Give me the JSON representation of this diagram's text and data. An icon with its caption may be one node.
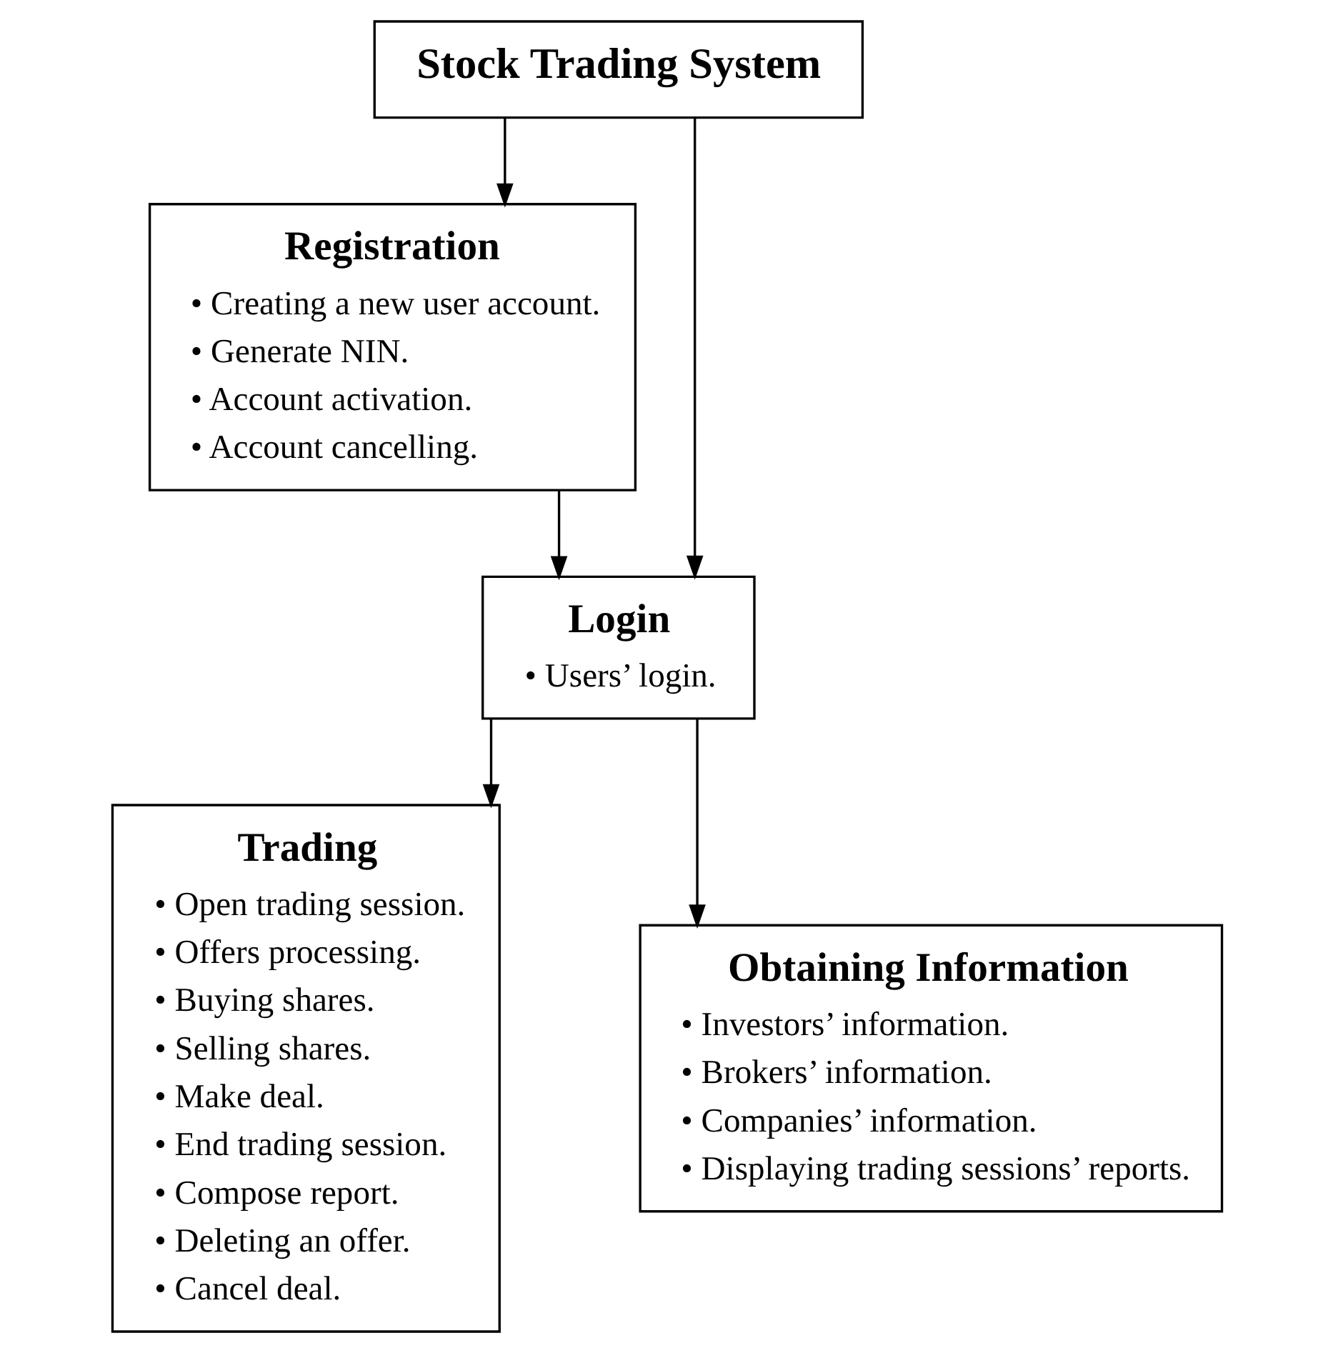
{
  "diagram": {
    "nodes": [
      {
        "text": [
          "Stock Trading System"
        ]
      },
      {
        "text": [
          "Registration",
          "• Creating a new user account.",
          "• Generate NIN.",
          "• Account activation.",
          "• Account cancelling."
        ]
      },
      {
        "text": [
          "Login",
          "• Users’ login."
        ]
      },
      {
        "text": [
          "Trading",
          "• Open trading session.",
          "• Offers processing.",
          "• Buying shares.",
          "• Selling shares.",
          "• Make deal.",
          "• End trading session.",
          "• Compose report.",
          "• Deleting an offer.",
          "• Cancel deal."
        ]
      },
      {
        "text": [
          "Obtaining Information",
          "• Investors’ information.",
          "• Brokers’ information.",
          "• Companies’ information.",
          "• Displaying trading sessions’ reports."
        ]
      }
    ],
    "edges": [
      {
        "from": 0,
        "to": 1,
        "arrow": "to"
      },
      {
        "from": 0,
        "to": 2,
        "arrow": "to"
      },
      {
        "from": 1,
        "to": 2,
        "arrow": "to"
      },
      {
        "from": 2,
        "to": 3,
        "arrow": "to"
      },
      {
        "from": 2,
        "to": 4,
        "arrow": "to"
      }
    ]
  }
}
